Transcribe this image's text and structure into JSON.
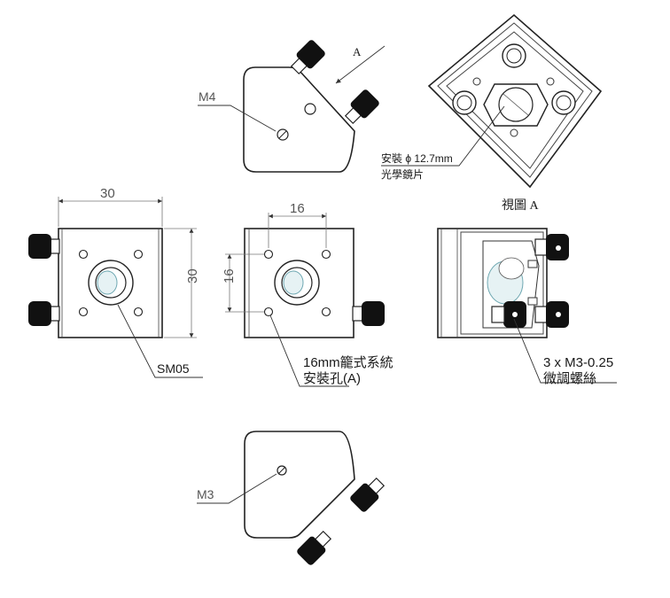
{
  "labels": {
    "m4": "M4",
    "arrow_a": "A",
    "optic_mount": "安裝 ϕ 12.7mm",
    "optic_mount_2": "光學鏡片",
    "view_a": "視圖 A",
    "dim_30_h": "30",
    "dim_30_v": "30",
    "dim_16_h": "16",
    "dim_16_v": "16",
    "sm05": "SM05",
    "cage_1": "16mm籠式系統",
    "cage_2": "安裝孔(A)",
    "screw_1": "3 x M3-0.25",
    "screw_2": "微調螺絲",
    "m3": "M3"
  }
}
